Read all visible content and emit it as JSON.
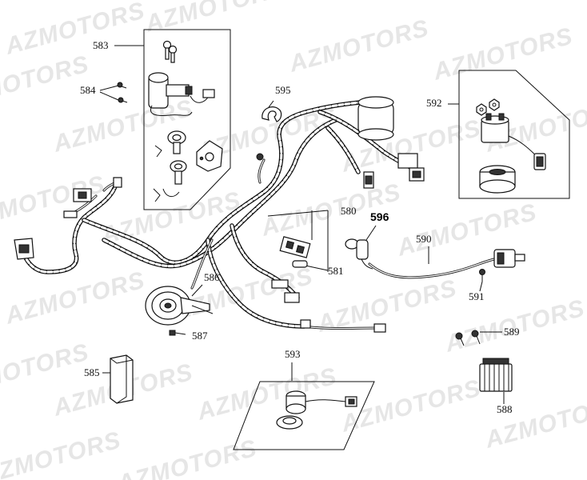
{
  "watermark": {
    "text": "AZMOTORS"
  },
  "labels": {
    "p583": "583",
    "p584": "584",
    "p595": "595",
    "p592": "592",
    "p580": "580",
    "p596": "596",
    "p590": "590",
    "p581": "581",
    "p586": "586",
    "p591": "591",
    "p587": "587",
    "p589": "589",
    "p585": "585",
    "p593": "593",
    "p588": "588"
  }
}
